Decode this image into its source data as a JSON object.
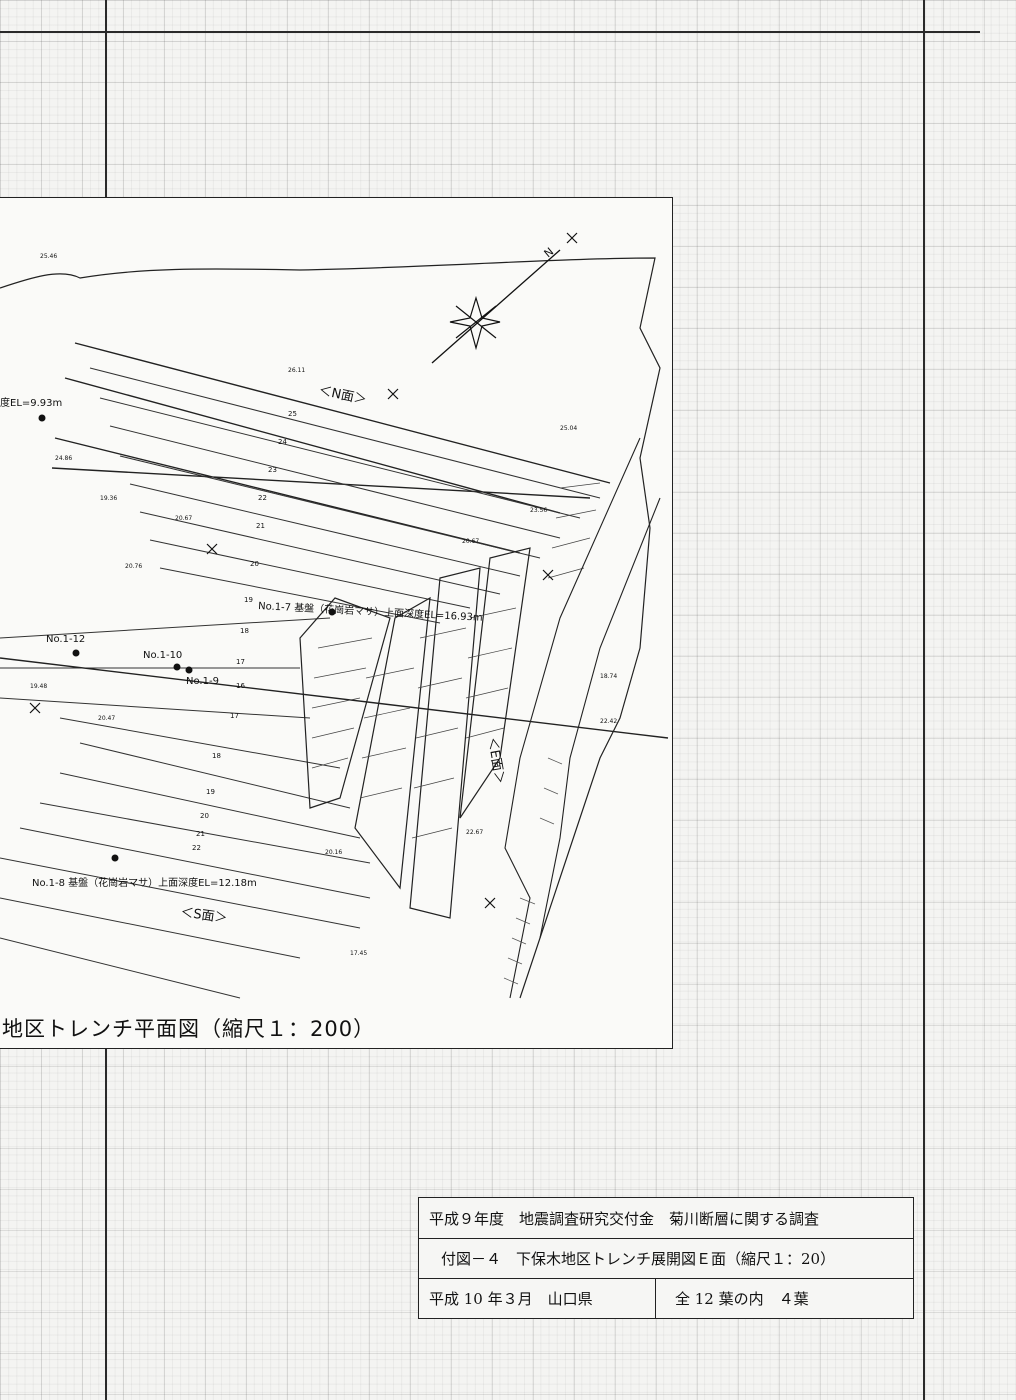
{
  "plan": {
    "title": "地区トレンチ平面図（縮尺１：200）",
    "faces": {
      "north": "＜N面＞",
      "east": "＜E面＞",
      "south": "＜S面＞"
    },
    "north_arrow": "N",
    "borings": [
      {
        "label": "No.1-7 基盤（花崗岩マサ）上面深度EL=16.93m"
      },
      {
        "label": "No.1-8 基盤（花崗岩マサ）上面深度EL=12.18m"
      },
      {
        "label": "度EL=9.93m"
      },
      {
        "label": "No.1-12"
      },
      {
        "label": "No.1-10"
      },
      {
        "label": "No.1-9"
      }
    ],
    "contours": [
      "25",
      "24",
      "23",
      "22",
      "21",
      "20",
      "19",
      "18",
      "17",
      "16",
      "17",
      "18",
      "19",
      "20",
      "21",
      "22"
    ],
    "spot_heights": [
      "25.46",
      "26.11",
      "25.04",
      "24.86",
      "20.67",
      "19.36",
      "20.76",
      "20.67",
      "23.56",
      "22.42",
      "22.67",
      "20.47",
      "19.48",
      "17.45",
      "18.74",
      "20.16"
    ]
  },
  "titleblock": {
    "project": "平成９年度　地震調査研究交付金　菊川断層に関する調査",
    "drawing": "付図－４　下保木地区トレンチ展開図Ｅ面（縮尺１：20）",
    "date_org": "平成 10 年３月　山口県",
    "sheet": "全 12 葉の内　４葉"
  }
}
